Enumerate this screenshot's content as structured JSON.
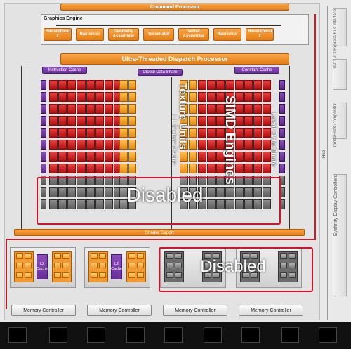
{
  "command_processor": "Command Processor",
  "graphics_engine": {
    "title": "Graphics Engine",
    "units": [
      "Hierarchical Z",
      "Rasterizer",
      "Geometry Assembler",
      "Tessellator",
      "Vertex Assembler",
      "Rasterizer",
      "Hierarchical Z"
    ]
  },
  "dispatch": "Ultra-Threaded Dispatch Processor",
  "caches": {
    "instruction": "Instruction Cache",
    "gds": "Global Data Share",
    "constant": "Constant Cache"
  },
  "labels": {
    "texture_units": "Texture Units",
    "l1_texture_cache": "L1 Texture Cache",
    "simd_engines": "SIMD Engines",
    "local_data_share": "Local Data Share",
    "disabled_top": "Disabled",
    "disabled_bottom": "Disabled",
    "shader_export": "Shader Export",
    "l2_cache": "L2 Cache",
    "hub": "Hub"
  },
  "side_blocks": [
    "PCI Express Bus Interface",
    "UVD",
    "CrossFireX Compositor",
    "Eyefinity Display Controllers"
  ],
  "memory_controllers": [
    "Memory Controller",
    "Memory Controller",
    "Memory Controller",
    "Memory Controller"
  ],
  "colors": {
    "orange": "#e57d12",
    "purple": "#6a2f98",
    "simd_red": "#c01818",
    "disabled_gray": "#6a6a6a",
    "highlight_red": "#d8102a"
  }
}
